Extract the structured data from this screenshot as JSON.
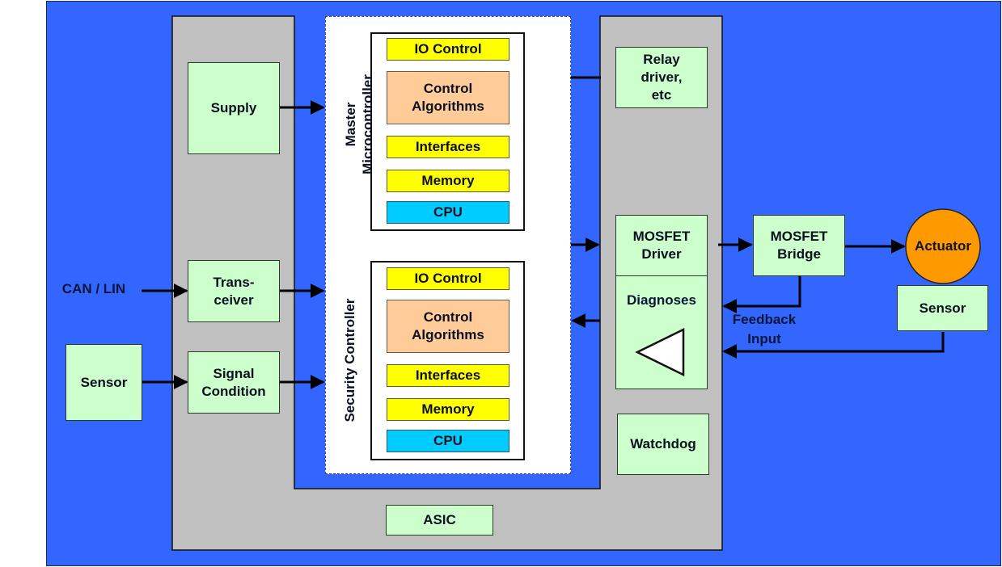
{
  "colors": {
    "background_panel": "#3366ff",
    "asic_gray": "#c0c0c0",
    "module_green": "#ccffcc",
    "block_yellow": "#ffff00",
    "block_peach": "#ffcc99",
    "block_cyan": "#00ccff",
    "actuator_orange": "#ff9900"
  },
  "external": {
    "can_lin": "CAN / LIN",
    "sensor_left": "Sensor",
    "mosfet_bridge": "MOSFET\nBridge",
    "actuator": "Actuator",
    "sensor_right": "Sensor",
    "feedback_input": "Feedback\nInput"
  },
  "asic": {
    "label": "ASIC",
    "left_modules": {
      "supply": "Supply",
      "transceiver": "Trans-\nceiver",
      "signal_condition": "Signal\nCondition"
    },
    "right_modules": {
      "relay_driver": "Relay\ndriver,\netc",
      "mosfet_driver": "MOSFET\nDriver",
      "diagnoses": "Diagnoses",
      "watchdog": "Watchdog"
    }
  },
  "master_controller": {
    "title": "Master\nMicrocontroller",
    "blocks": [
      "IO Control",
      "Control\nAlgorithms",
      "Interfaces",
      "Memory",
      "CPU"
    ]
  },
  "security_controller": {
    "title": "Security Controller",
    "blocks": [
      "IO Control",
      "Control\nAlgorithms",
      "Interfaces",
      "Memory",
      "CPU"
    ]
  }
}
